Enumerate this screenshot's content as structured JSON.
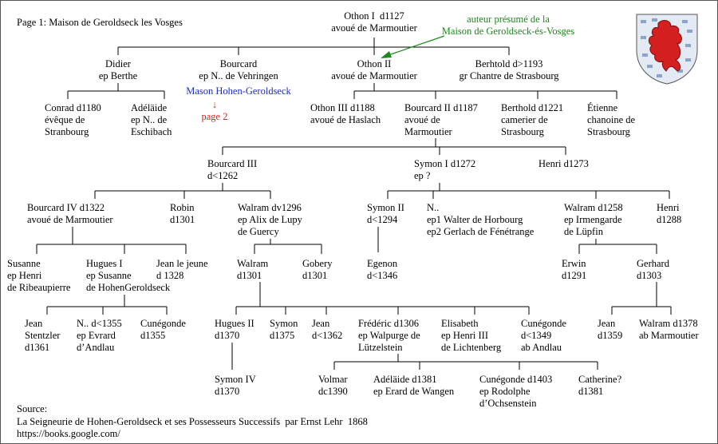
{
  "page_title": "Page 1: Maison de Geroldseck les Vosges",
  "annotation": "auteur présumé de la\nMaison de Geroldseck-és-Vosges",
  "link_text": "Mason Hohen-Geroldseck",
  "page_ref": "↓\npage 2",
  "colors": {
    "line": "#000000",
    "annotation": "#1a8a1a",
    "link": "#1f2fb8",
    "page_ref": "#d42020",
    "lion": "#d42020",
    "shield_field": "#e4eaf4",
    "shield_block": "#8aa4d0"
  },
  "coat_of_arms": {
    "icon": "lion-rampant-shield-icon"
  },
  "people": {
    "othon1": "Othon I  d1127\navoué de Marmoutier",
    "didier": "Didier\nep Berthe",
    "bourcard_v": "Bourcard\nep N.. de Vehringen",
    "othon2": "Othon II\navoué de Marmoutier",
    "berthold1": "Berhtold d>1193\ngr Chantre de Strasbourg",
    "conrad": "Conrad d1180\névêque de\nStranbourg",
    "adelaide1": "Adéläide\nep N.. de\nEschibach",
    "othon3": "Othon III d1188\navoué de Haslach",
    "bourcard2": "Bourcard II d1187\navoué de\nMarmoutier",
    "berthold2": "Berthold d1221\ncamerier de\nStrasbourg",
    "etienne": "Étienne\nchanoine de\nStrasbourg",
    "bourcard3": "Bourcard III\nd<1262",
    "symon1": "Symon I d1272\nep ?",
    "henri1273": "Henri d1273",
    "bourcard4": "Bourcard IV d1322\navoué de Marmoutier",
    "robin": "Robin\nd1301",
    "walram1296": "Walram dv1296\nep Alix de Lupy\nde Guercy",
    "symon2": "Symon II\nd<1294",
    "n_horbourg": "N..\nep1 Walter de Horbourg\nep2 Gerlach de Fénétrange",
    "walram1258": "Walram d1258\nep Irmengarde\nde Lüpfin",
    "henri1288": "Henri\nd1288",
    "susanne": "Susanne\nep Henri\nde Ribeaupierre",
    "hugues1": "Hugues I\nep Susanne\nde HohenGeroldseck",
    "jean1328": "Jean le jeune\nd 1328",
    "walram1301": "Walram\nd1301",
    "gobery": "Gobery\nd1301",
    "egenon": "Egenon\nd<1346",
    "erwin": "Erwin\nd1291",
    "gerhard": "Gerhard\nd1303",
    "jean_stentzler": "Jean\nStentzler\nd1361",
    "n_andlau": "N.. d<1355\nep Evrard\nd’Andlau",
    "cunegonde1355": "Cunégonde\nd1355",
    "hugues2": "Hugues II\nd1370",
    "symon1375": "Symon\nd1375",
    "jean1362": "Jean\nd<1362",
    "frederic": "Frédéric d1306\nep Walpurge de\nLützelstein",
    "elisabeth": "Elisabeth\nep Henri III\nde Lichtenberg",
    "cunegonde1349": "Cunégonde\nd<1349\nab Andlau",
    "jean1359": "Jean\nd1359",
    "walram1378": "Walram d1378\nab Marmoutier",
    "symon4": "Symon IV\nd1370",
    "volmar": "Volmar\ndc1390",
    "adelaide1381": "Adéläide d1381\nep Erard de Wangen",
    "cunegonde1403": "Cunégonde d1403\nep Rodolphe\nd’Ochsenstein",
    "catherine": "Catherine?\nd1381"
  },
  "source": {
    "label": "Source:",
    "citation": "La Seigneurie de Hohen-Geroldseck et ses Possesseurs Successifs  par Ernst Lehr  1868",
    "url": "https://books.google.com/"
  }
}
